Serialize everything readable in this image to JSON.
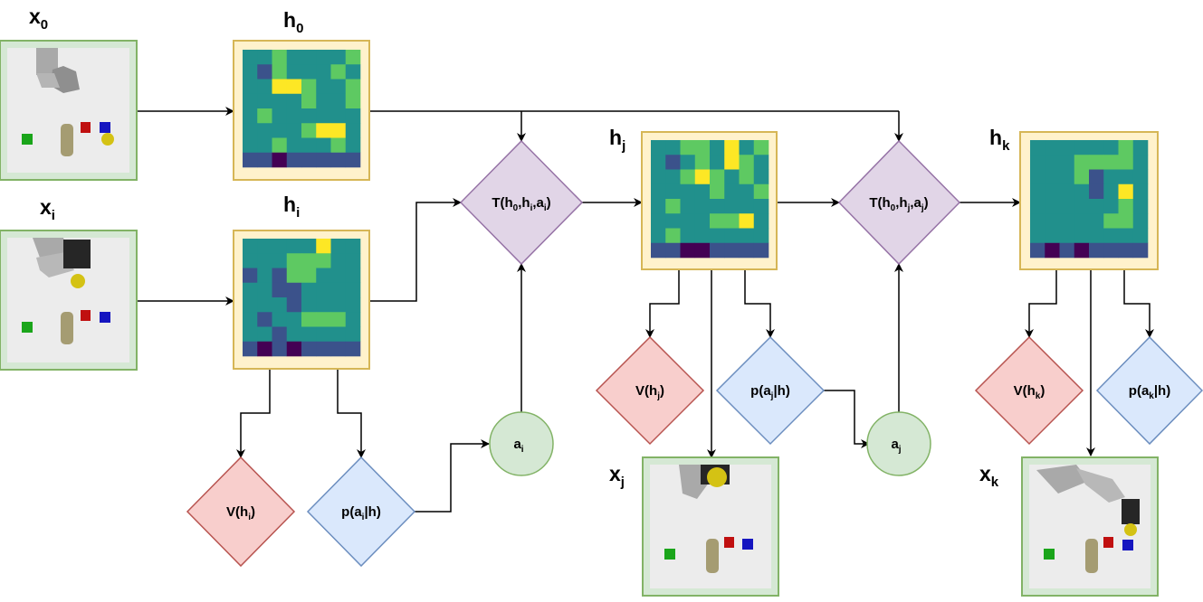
{
  "labels": {
    "x0": {
      "main": "x",
      "sub": "0"
    },
    "xi": {
      "main": "x",
      "sub": "i"
    },
    "xj": {
      "main": "x",
      "sub": "j"
    },
    "xk": {
      "main": "x",
      "sub": "k"
    },
    "h0": {
      "main": "h",
      "sub": "0"
    },
    "hi": {
      "main": "h",
      "sub": "i"
    },
    "hj": {
      "main": "h",
      "sub": "j"
    },
    "hk": {
      "main": "h",
      "sub": "k"
    }
  },
  "nodes": {
    "t1": {
      "a": "T(h",
      "b": "0",
      "c": ",h",
      "d": "i",
      "e": ",a",
      "f": "i",
      "g": ")"
    },
    "t2": {
      "a": "T(h",
      "b": "0",
      "c": ",h",
      "d": "j",
      "e": ",a",
      "f": "j",
      "g": ")"
    },
    "vi": {
      "a": "V(h",
      "b": "i",
      "c": ")"
    },
    "vj": {
      "a": "V(h",
      "b": "j",
      "c": ")"
    },
    "vk": {
      "a": "V(h",
      "b": "k",
      "c": ")"
    },
    "pi": {
      "a": "p(a",
      "b": "i",
      "c": "|h)"
    },
    "pj": {
      "a": "p(a",
      "b": "j",
      "c": "|h)"
    },
    "pk": {
      "a": "p(a",
      "b": "k",
      "c": "|h)"
    },
    "ai": {
      "a": "a",
      "b": "i"
    },
    "aj": {
      "a": "a",
      "b": "j"
    }
  },
  "colors": {
    "frame_green_stroke": "#82b366",
    "frame_green_fill": "#d5e8d4",
    "frame_yellow_stroke": "#d6b656",
    "frame_yellow_fill": "#fff2cc",
    "value_fill": "#f8cecc",
    "value_stroke": "#b85450",
    "policy_fill": "#dae8fc",
    "policy_stroke": "#6c8ebf",
    "transition_fill": "#e1d5e7",
    "transition_stroke": "#9673a6",
    "action_fill": "#d5e8d4",
    "action_stroke": "#82b366"
  },
  "heatmap_palette": [
    "#440154",
    "#3b528b",
    "#21908c",
    "#5ec962",
    "#fde725"
  ],
  "heatmaps": {
    "h0": [
      [
        2,
        2,
        3,
        2,
        2,
        2,
        2,
        3
      ],
      [
        2,
        1,
        3,
        2,
        2,
        2,
        3,
        2
      ],
      [
        2,
        2,
        4,
        4,
        3,
        2,
        2,
        3
      ],
      [
        2,
        2,
        2,
        2,
        3,
        2,
        2,
        3
      ],
      [
        2,
        3,
        2,
        2,
        2,
        2,
        2,
        2
      ],
      [
        2,
        2,
        2,
        2,
        3,
        4,
        4,
        2
      ],
      [
        2,
        2,
        3,
        2,
        2,
        2,
        3,
        2
      ],
      [
        1,
        1,
        0,
        1,
        1,
        1,
        1,
        1
      ]
    ],
    "hi": [
      [
        2,
        2,
        2,
        2,
        2,
        4,
        2,
        2
      ],
      [
        2,
        2,
        2,
        3,
        3,
        3,
        2,
        2
      ],
      [
        1,
        2,
        1,
        3,
        3,
        2,
        2,
        2
      ],
      [
        2,
        2,
        1,
        1,
        2,
        2,
        2,
        2
      ],
      [
        2,
        2,
        2,
        1,
        2,
        2,
        2,
        2
      ],
      [
        2,
        1,
        2,
        2,
        3,
        3,
        3,
        2
      ],
      [
        2,
        2,
        1,
        2,
        2,
        2,
        2,
        2
      ],
      [
        1,
        0,
        1,
        0,
        1,
        1,
        1,
        1
      ]
    ],
    "hj": [
      [
        2,
        2,
        3,
        3,
        2,
        4,
        2,
        3
      ],
      [
        2,
        1,
        2,
        3,
        2,
        4,
        3,
        2
      ],
      [
        2,
        2,
        3,
        4,
        3,
        2,
        3,
        2
      ],
      [
        2,
        2,
        2,
        2,
        3,
        2,
        2,
        3
      ],
      [
        2,
        3,
        2,
        2,
        2,
        2,
        2,
        2
      ],
      [
        2,
        2,
        2,
        2,
        3,
        3,
        4,
        2
      ],
      [
        2,
        3,
        2,
        2,
        2,
        2,
        2,
        2
      ],
      [
        1,
        1,
        0,
        0,
        1,
        1,
        1,
        1
      ]
    ],
    "hk": [
      [
        2,
        2,
        2,
        2,
        2,
        2,
        3,
        2
      ],
      [
        2,
        2,
        2,
        3,
        3,
        3,
        3,
        2
      ],
      [
        2,
        2,
        2,
        3,
        1,
        2,
        2,
        2
      ],
      [
        2,
        2,
        2,
        2,
        1,
        2,
        4,
        2
      ],
      [
        2,
        2,
        2,
        2,
        2,
        2,
        3,
        2
      ],
      [
        2,
        2,
        2,
        2,
        2,
        3,
        3,
        2
      ],
      [
        2,
        2,
        2,
        2,
        2,
        2,
        2,
        2
      ],
      [
        1,
        0,
        1,
        0,
        1,
        1,
        1,
        1
      ]
    ]
  }
}
